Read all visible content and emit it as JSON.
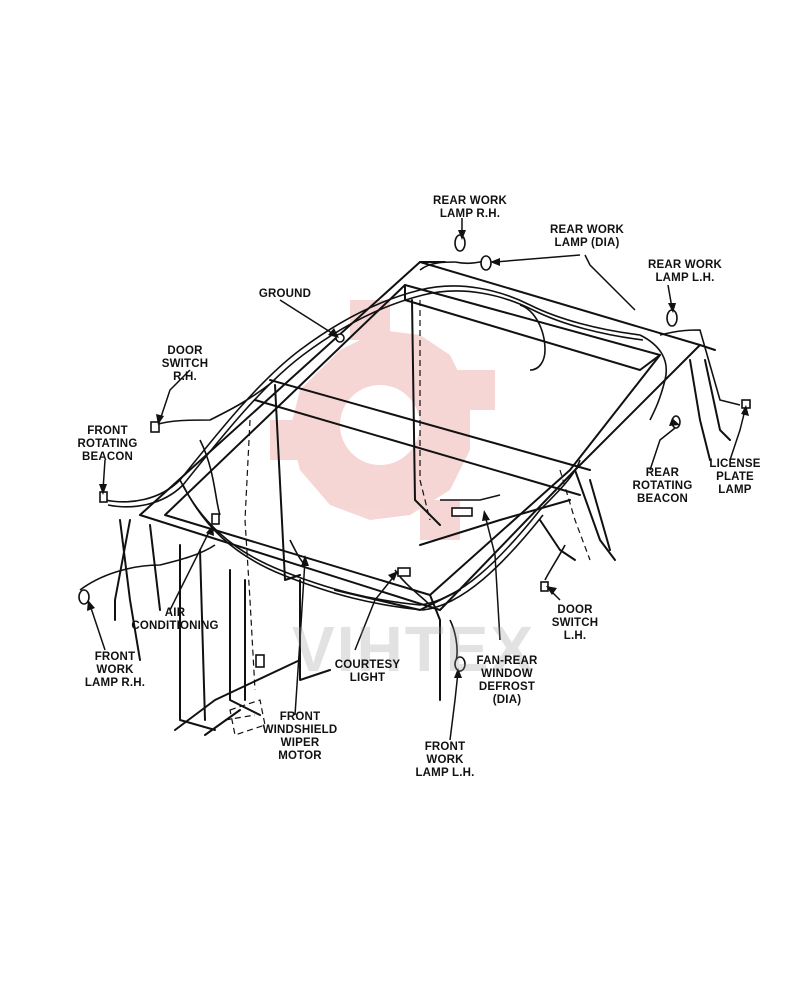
{
  "watermark": {
    "text": "VIHTEX",
    "color": "#e88a8a"
  },
  "labels": {
    "rear_work_lamp_rh": [
      "REAR WORK",
      "LAMP R.H."
    ],
    "rear_work_lamp_dia": [
      "REAR WORK",
      "LAMP (DIA)"
    ],
    "rear_work_lamp_lh": [
      "REAR WORK",
      "LAMP L.H."
    ],
    "ground": [
      "GROUND"
    ],
    "door_switch_rh": [
      "DOOR",
      "SWITCH",
      "R.H."
    ],
    "front_rotating_beacon": [
      "FRONT",
      "ROTATING",
      "BEACON"
    ],
    "rear_rotating_beacon": [
      "REAR",
      "ROTATING",
      "BEACON"
    ],
    "license_plate_lamp": [
      "LICENSE",
      "PLATE",
      "LAMP"
    ],
    "door_switch_lh": [
      "DOOR",
      "SWITCH",
      "L.H."
    ],
    "air_conditioning": [
      "AIR",
      "CONDITIONING"
    ],
    "front_work_lamp_rh": [
      "FRONT",
      "WORK",
      "LAMP R.H."
    ],
    "courtesy_light": [
      "COURTESY",
      "LIGHT"
    ],
    "fan_rear_window_defrost": [
      "FAN-REAR",
      "WINDOW",
      "DEFROST",
      "(DIA)"
    ],
    "front_windshield_wiper_motor": [
      "FRONT",
      "WINDSHIELD",
      "WIPER",
      "MOTOR"
    ],
    "front_work_lamp_lh": [
      "FRONT",
      "WORK",
      "LAMP L.H."
    ]
  }
}
